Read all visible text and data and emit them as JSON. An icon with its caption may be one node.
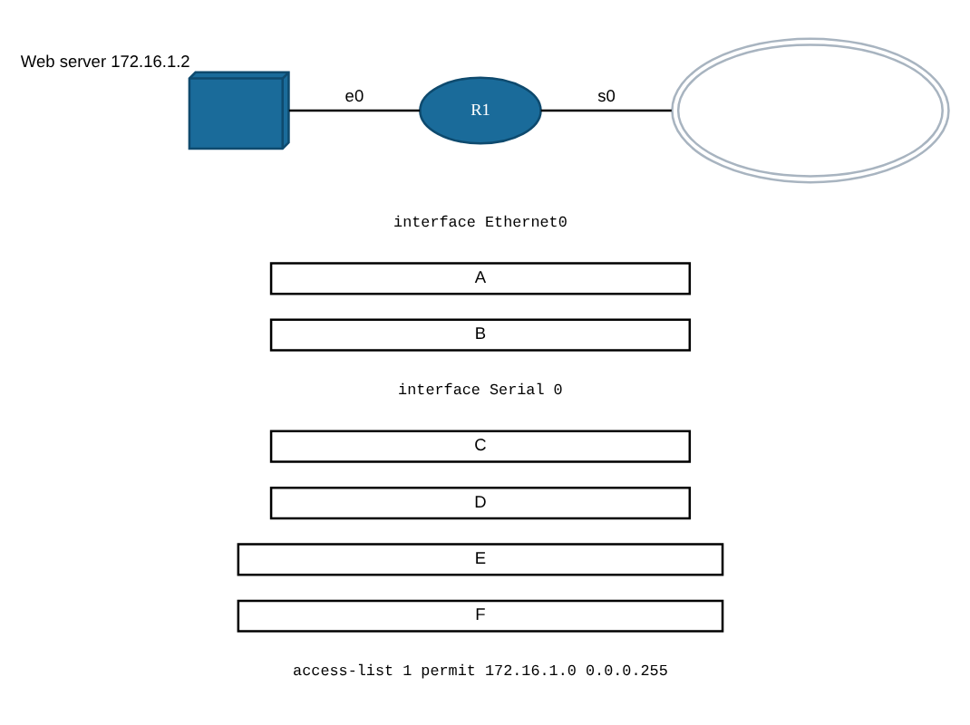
{
  "diagram": {
    "nodes": [
      {
        "text": [],
        "shape": "computer",
        "beside": [
          "Web server 172.16.1.2"
        ]
      },
      {
        "text": [
          "R1"
        ]
      },
      {
        "text": [],
        "shape": "cloud"
      },
      {
        "text": [
          "A"
        ]
      },
      {
        "text": [
          "B"
        ]
      },
      {
        "text": [
          "C"
        ]
      },
      {
        "text": [
          "D"
        ]
      },
      {
        "text": [
          "E"
        ]
      },
      {
        "text": [
          "F"
        ]
      }
    ],
    "edges": [
      {
        "from": 0,
        "to": 1,
        "arrow": "none",
        "label": "e0"
      },
      {
        "from": 1,
        "to": 2,
        "arrow": "none",
        "label": "s0"
      }
    ],
    "labels": [
      "interface Ethernet0",
      "interface Serial 0",
      "access-list 1 permit 172.16.1.0 0.0.0.255"
    ]
  }
}
